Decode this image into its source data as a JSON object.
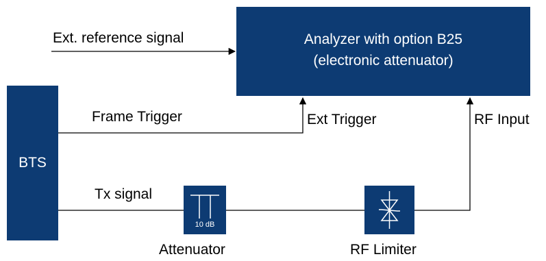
{
  "colors": {
    "block_fill": "#0d3b73",
    "block_text": "#ffffff",
    "wire": "#000000",
    "label_text": "#000000"
  },
  "blocks": {
    "analyzer": {
      "line1": "Analyzer with option B25",
      "line2": "(electronic attenuator)"
    },
    "bts": {
      "label": "BTS"
    },
    "attenuator": {
      "value": "10 dB",
      "icon": "attenuator-symbol"
    },
    "rf_limiter": {
      "icon": "rf-limiter-diode-symbol"
    }
  },
  "labels": {
    "ext_reference": "Ext. reference signal",
    "frame_trigger": "Frame Trigger",
    "ext_trigger": "Ext Trigger",
    "rf_input": "RF Input",
    "tx_signal": "Tx signal",
    "attenuator": "Attenuator",
    "rf_limiter": "RF Limiter"
  }
}
